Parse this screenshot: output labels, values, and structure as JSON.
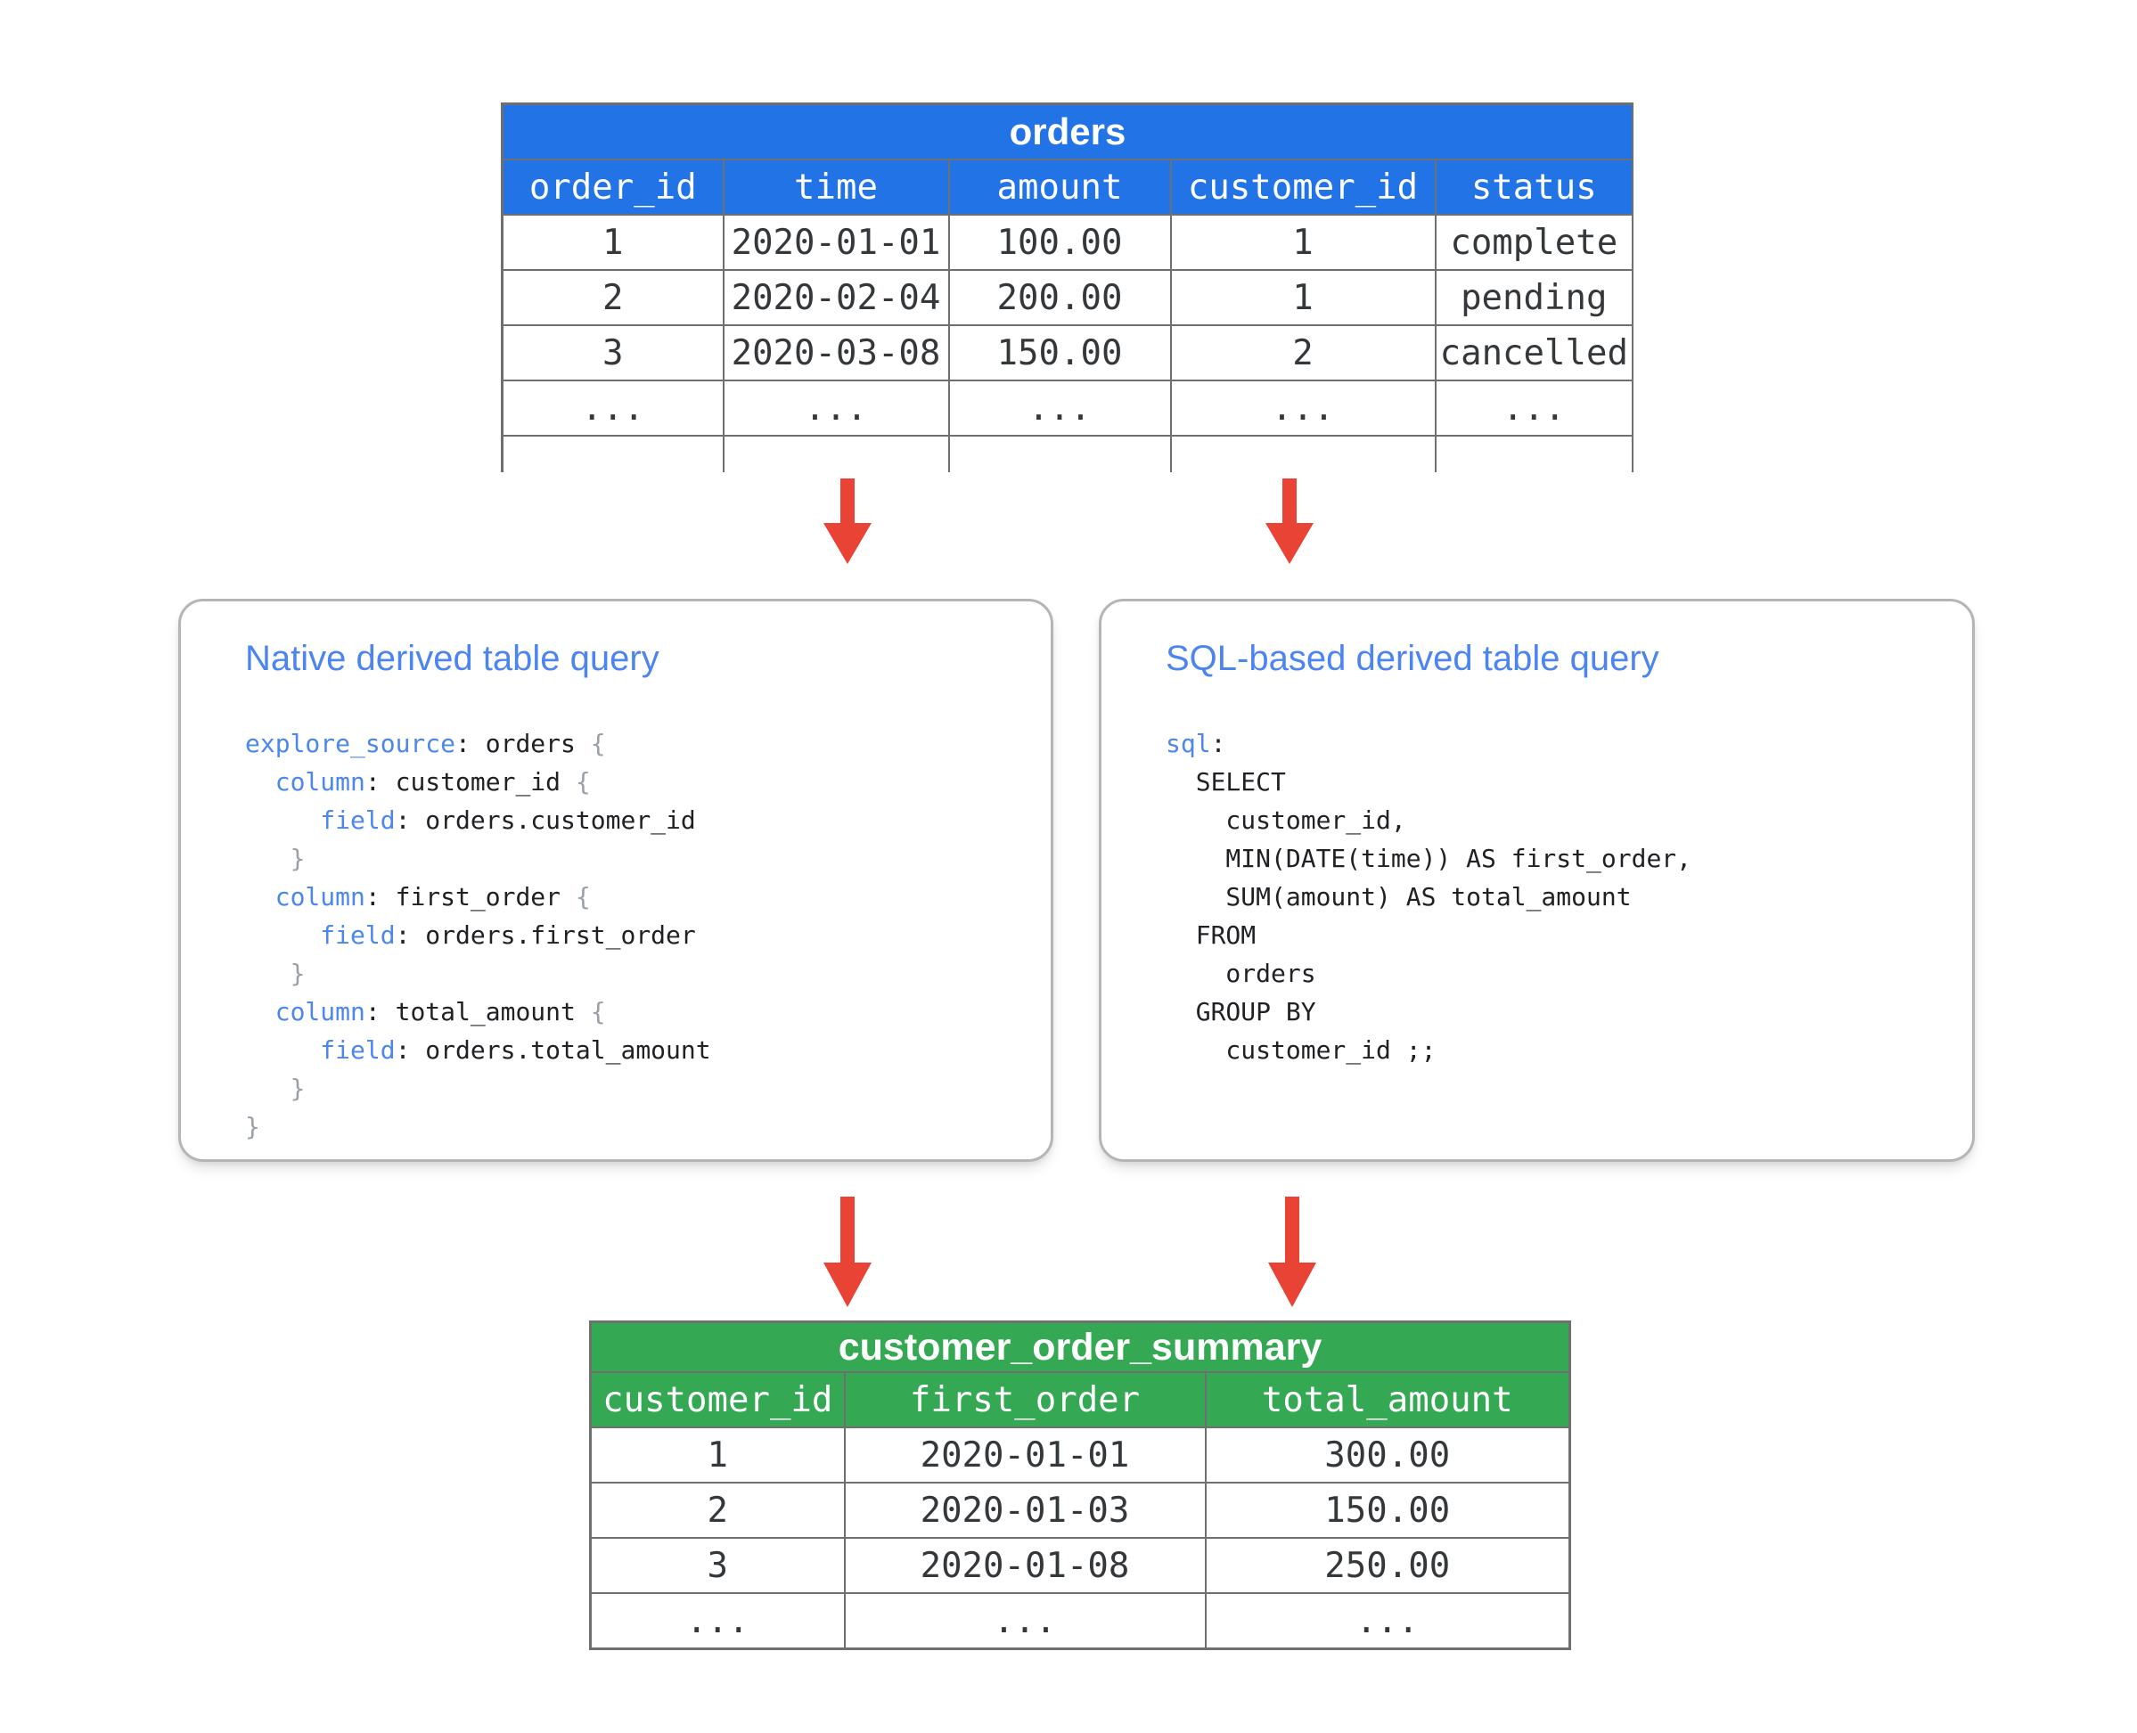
{
  "orders_table": {
    "title": "orders",
    "columns": [
      "order_id",
      "time",
      "amount",
      "customer_id",
      "status"
    ],
    "rows": [
      [
        "1",
        "2020-01-01",
        "100.00",
        "1",
        "complete"
      ],
      [
        "2",
        "2020-02-04",
        "200.00",
        "1",
        "pending"
      ],
      [
        "3",
        "2020-03-08",
        "150.00",
        "2",
        "cancelled"
      ],
      [
        "...",
        "...",
        "...",
        "...",
        "..."
      ]
    ]
  },
  "native_box": {
    "title": "Native derived table query",
    "code": [
      [
        {
          "c": "k",
          "t": "explore_source"
        },
        {
          "c": "p",
          "t": ": orders "
        },
        {
          "c": "b",
          "t": "{"
        }
      ],
      [
        {
          "c": "p",
          "t": "  "
        },
        {
          "c": "k",
          "t": "column"
        },
        {
          "c": "p",
          "t": ": customer_id "
        },
        {
          "c": "b",
          "t": "{"
        }
      ],
      [
        {
          "c": "p",
          "t": "     "
        },
        {
          "c": "k",
          "t": "field"
        },
        {
          "c": "p",
          "t": ": orders.customer_id"
        }
      ],
      [
        {
          "c": "b",
          "t": "   }"
        }
      ],
      [
        {
          "c": "p",
          "t": "  "
        },
        {
          "c": "k",
          "t": "column"
        },
        {
          "c": "p",
          "t": ": first_order "
        },
        {
          "c": "b",
          "t": "{"
        }
      ],
      [
        {
          "c": "p",
          "t": "     "
        },
        {
          "c": "k",
          "t": "field"
        },
        {
          "c": "p",
          "t": ": orders.first_order"
        }
      ],
      [
        {
          "c": "b",
          "t": "   }"
        }
      ],
      [
        {
          "c": "p",
          "t": "  "
        },
        {
          "c": "k",
          "t": "column"
        },
        {
          "c": "p",
          "t": ": total_amount "
        },
        {
          "c": "b",
          "t": "{"
        }
      ],
      [
        {
          "c": "p",
          "t": "     "
        },
        {
          "c": "k",
          "t": "field"
        },
        {
          "c": "p",
          "t": ": orders.total_amount"
        }
      ],
      [
        {
          "c": "b",
          "t": "   }"
        }
      ],
      [
        {
          "c": "b",
          "t": "}"
        }
      ]
    ]
  },
  "sql_box": {
    "title": "SQL-based derived table query",
    "code": [
      [
        {
          "c": "k",
          "t": "sql"
        },
        {
          "c": "p",
          "t": ":"
        }
      ],
      [
        {
          "c": "p",
          "t": "  SELECT"
        }
      ],
      [
        {
          "c": "p",
          "t": "    customer_id,"
        }
      ],
      [
        {
          "c": "p",
          "t": "    MIN(DATE(time)) AS first_order,"
        }
      ],
      [
        {
          "c": "p",
          "t": "    SUM(amount) AS total_amount"
        }
      ],
      [
        {
          "c": "p",
          "t": "  FROM"
        }
      ],
      [
        {
          "c": "p",
          "t": "    orders"
        }
      ],
      [
        {
          "c": "p",
          "t": "  GROUP BY"
        }
      ],
      [
        {
          "c": "p",
          "t": "    customer_id ;;"
        }
      ]
    ]
  },
  "summary_table": {
    "title": "customer_order_summary",
    "columns": [
      "customer_id",
      "first_order",
      "total_amount"
    ],
    "rows": [
      [
        "1",
        "2020-01-01",
        "300.00"
      ],
      [
        "2",
        "2020-01-03",
        "150.00"
      ],
      [
        "3",
        "2020-01-08",
        "250.00"
      ],
      [
        "...",
        "...",
        "..."
      ]
    ]
  },
  "icons": {
    "down_arrow_icon": "red filled down-arrow (css triangle + shaft)"
  },
  "colors": {
    "table_header_blue": "#2273e6",
    "summary_green": "#34a853",
    "arrow_red": "#e94335",
    "keyword_blue": "#4c86f0",
    "box_title_blue": "#4c85ef",
    "brace_gray": "#9aa0a6",
    "table_border_gray": "#6f6f6f",
    "box_border_gray": "#b3b6b9"
  }
}
